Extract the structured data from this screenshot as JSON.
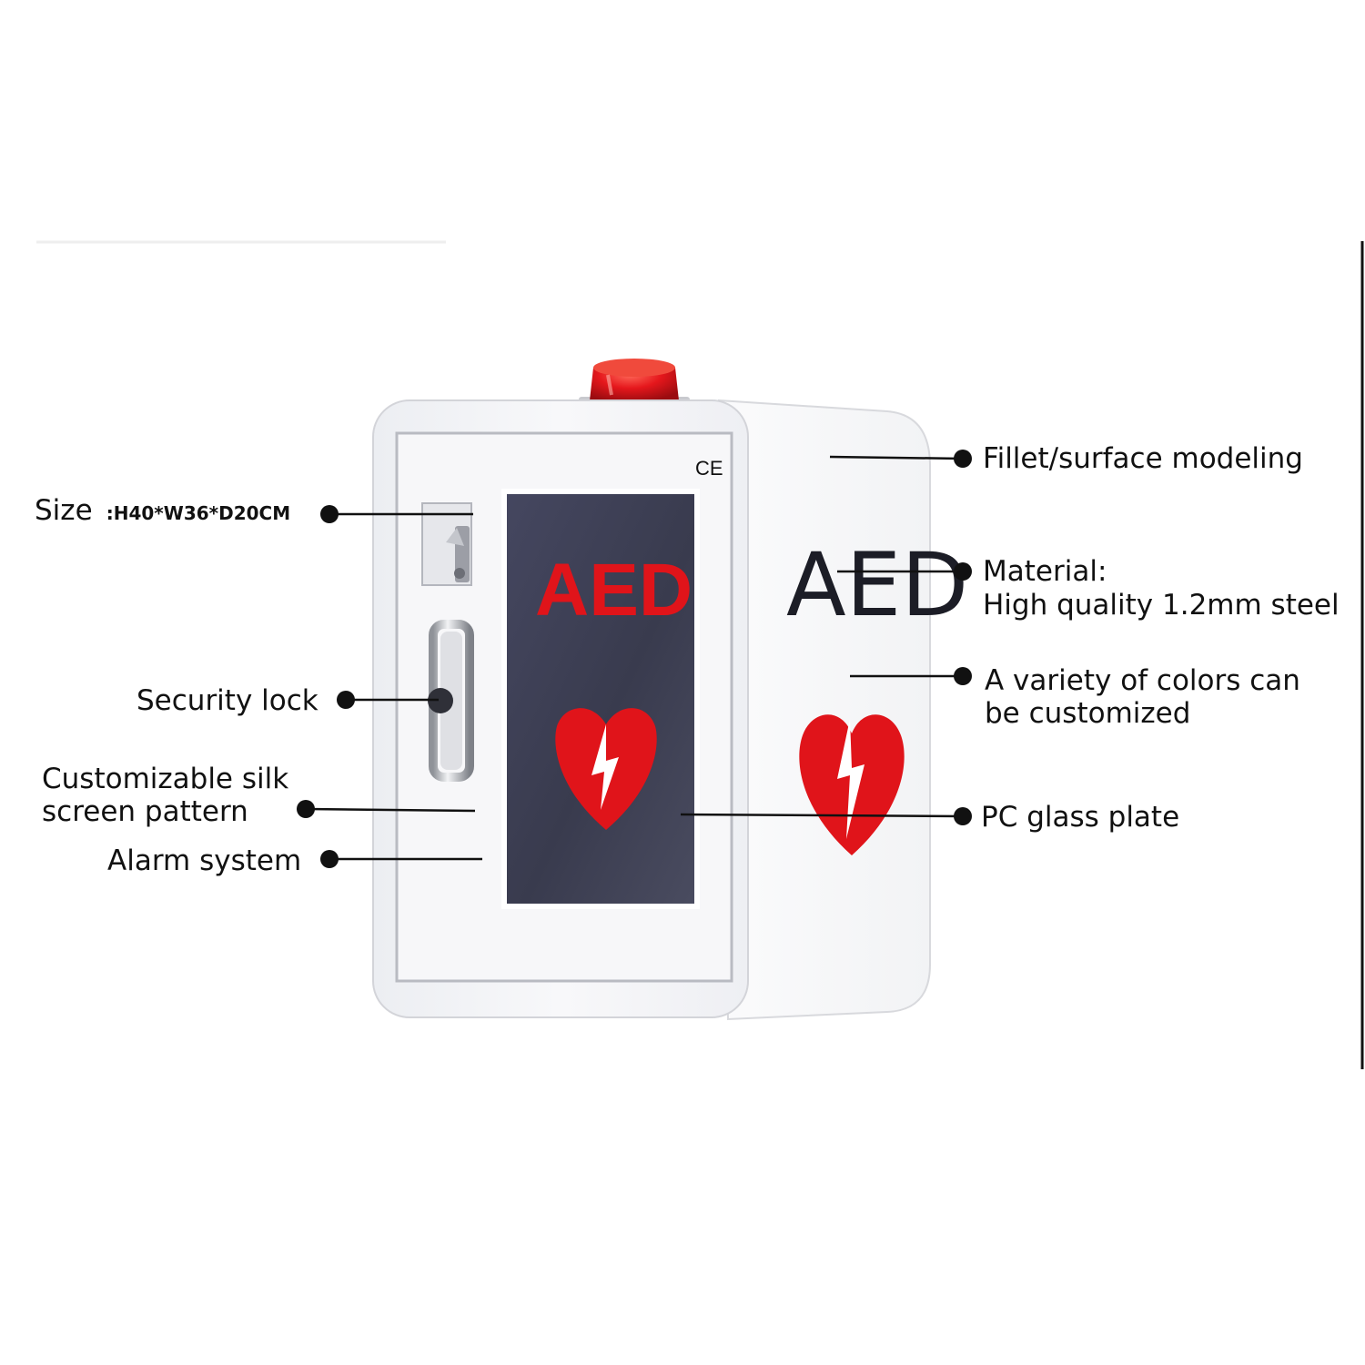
{
  "cabinet": {
    "front_label": "AED",
    "side_label": "AED",
    "ce_mark": "CE",
    "colors": {
      "body": "#f6f6f8",
      "side": "#ffffff",
      "glass": "#3d3f52",
      "emblem_red": "#e0141a",
      "beacon_red": "#e5171c",
      "side_text": "#1c1d26"
    }
  },
  "callouts": {
    "size_prefix": "Size",
    "size_value": ":H40*W36*D20CM",
    "security_lock": "Security lock",
    "silk_screen_line1": "Customizable silk",
    "silk_screen_line2": "screen pattern",
    "alarm_system": "Alarm system",
    "fillet": "Fillet/surface modeling",
    "material_line1": "Material:",
    "material_line2": "High quality 1.2mm steel",
    "colors_line1": "A variety of colors can",
    "colors_line2": "be customized",
    "pc_glass": "PC glass plate"
  },
  "icons": {
    "emblem": "heart-lightning-icon",
    "beacon": "alarm-beacon-icon",
    "lock": "key-lock-icon",
    "handle": "door-handle-icon",
    "ce": "ce-mark-icon"
  }
}
